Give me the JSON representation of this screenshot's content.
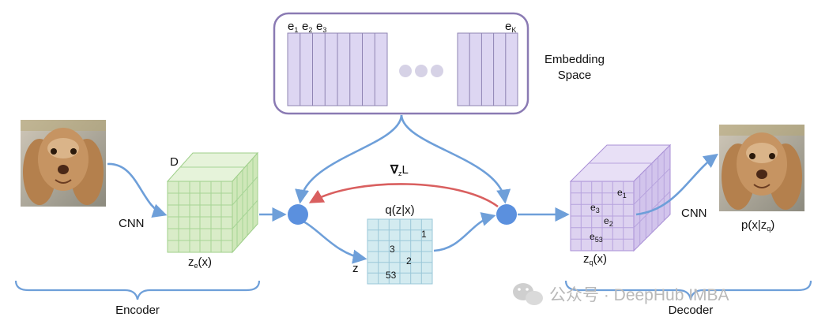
{
  "embedding": {
    "label_line1": "Embedding",
    "label_line2": "Space",
    "first_vectors": [
      "e",
      "e",
      "e"
    ],
    "first_vector_subs": [
      "1",
      "2",
      "3"
    ],
    "last_vector": "e",
    "last_vector_sub": "K"
  },
  "encoder": {
    "cnn_label": "CNN",
    "depth_label": "D",
    "output_label": "z",
    "output_sub": "e",
    "output_arg": "(x)",
    "section_label": "Encoder"
  },
  "quantizer": {
    "gradient_label": "∇",
    "gradient_sub": "z",
    "gradient_tail": "L",
    "posterior_label": "q(z|x)",
    "z_label": "z",
    "grid_values": [
      "1",
      "3",
      "2",
      "53"
    ]
  },
  "decoder": {
    "cnn_label": "CNN",
    "input_label": "z",
    "input_sub": "q",
    "input_arg": "(x)",
    "cube_labels": [
      "e",
      "e",
      "e",
      "e"
    ],
    "cube_label_subs": [
      "1",
      "3",
      "2",
      "53"
    ],
    "output_label": "p(x|z",
    "output_sub": "q",
    "output_tail": ")",
    "section_label": "Decoder"
  },
  "watermark": "公众号 · DeepHub IMBA",
  "colors": {
    "flow": "#6e9fd9",
    "gradient": "#d95f5f",
    "encoder_cube": "#d9ecc8",
    "decoder_cube": "#ddd2f0",
    "grid": "#d3ebf0",
    "embedding_border": "#8a7ab3",
    "embedding_fill": "#ddd6f2"
  },
  "icons": [
    "dog-photo-icon",
    "dog-photo-reconstructed-icon",
    "wechat-icon"
  ]
}
